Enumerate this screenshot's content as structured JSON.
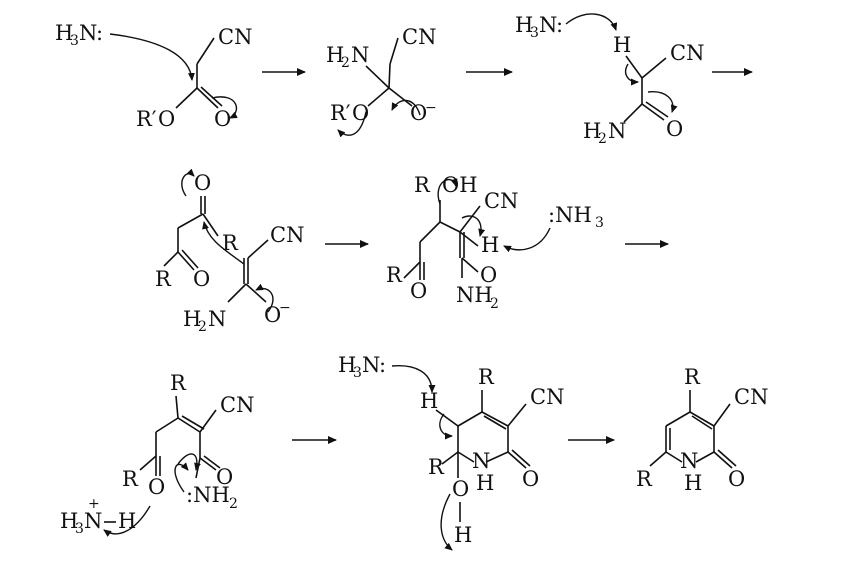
{
  "labels": {
    "h3n": "H",
    "n": "N",
    "colon": ":",
    "cn": "CN",
    "r": "R",
    "r_prime": "R′",
    "o": "O",
    "o_minus": "O",
    "minus": "−",
    "h2n": "H",
    "h": "H",
    "oh": "OH",
    "nh3": ":NH",
    "nh2": "NH",
    "colon_nh2": ":NH",
    "plus": "+",
    "sub2": "2",
    "sub3": "3"
  }
}
